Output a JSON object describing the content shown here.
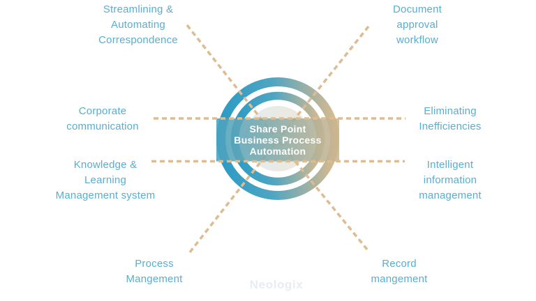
{
  "center_badge": {
    "line1": "Share Point",
    "line2": "Business Process",
    "line3": "Automation"
  },
  "labels": {
    "top_left": "Streamlining &\nAutomating\nCorrespondence",
    "top_right": "Document\napproval\nworkflow",
    "mid_left_upper": "Corporate\ncommunication",
    "mid_left_lower": "Knowledge &\nLearning\nManagement system",
    "mid_right_upper": "Eliminating\nInefficiencies",
    "mid_right_lower": "Intelligent\ninformation\nmanagement",
    "bottom_left": "Process\nMangement",
    "bottom_right": "Record\nmangement"
  },
  "logo": {
    "text": "Neologix"
  },
  "colors": {
    "label_text": "#5aadce",
    "dash_line": "#debc92",
    "ring_gradient_left": "#2b9bc5",
    "ring_gradient_right": "#d8ba8e",
    "band_gradient_left": "#47a2c1",
    "band_gradient_right": "#cdb58d",
    "inner_circle_left": "#e4edf1",
    "inner_circle_right": "#eee7d9",
    "center_text": "#ffffff",
    "logo_text": "#e7edf2"
  }
}
